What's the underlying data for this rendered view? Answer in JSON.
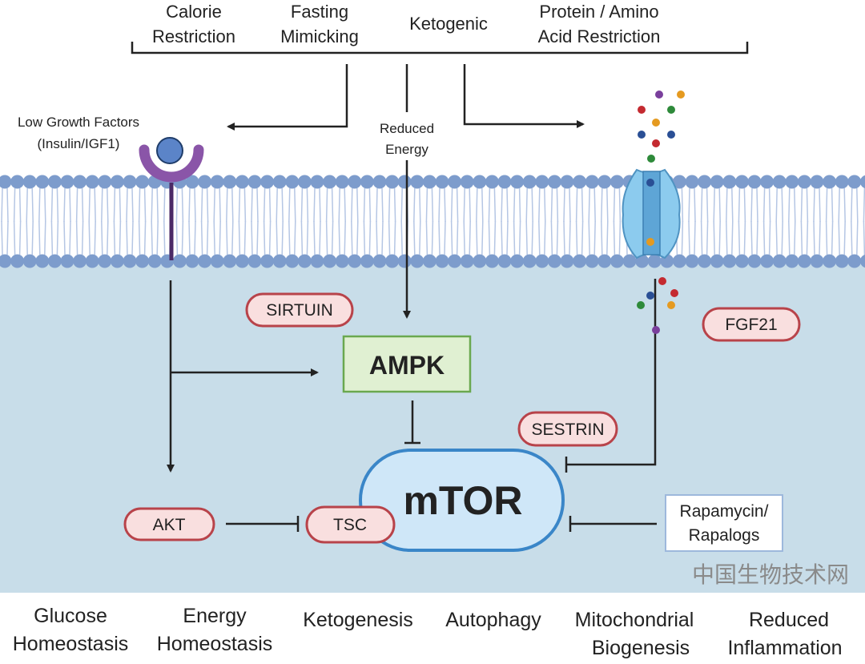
{
  "interventions": {
    "calorie_restriction": [
      "Calorie",
      "Restriction"
    ],
    "fasting_mimicking": [
      "Fasting",
      "Mimicking"
    ],
    "ketogenic": "Ketogenic",
    "protein_restriction": [
      "Protein / Amino",
      "Acid Restriction"
    ]
  },
  "signals": {
    "low_growth_factors": [
      "Low Growth Factors",
      "(Insulin/IGF1)"
    ],
    "reduced_energy": [
      "Reduced",
      "Energy"
    ]
  },
  "nodes": {
    "sirtuin": "SIRTUIN",
    "ampk": "AMPK",
    "fgf21": "FGF21",
    "sestrin": "SESTRIN",
    "mtor": "mTOR",
    "tsc": "TSC",
    "akt": "AKT",
    "rapamycin": [
      "Rapamycin/",
      "Rapalogs"
    ]
  },
  "outcomes": {
    "glucose": [
      "Glucose",
      "Homeostasis"
    ],
    "energy": [
      "Energy",
      "Homeostasis"
    ],
    "ketogenesis": "Ketogenesis",
    "autophagy": "Autophagy",
    "mitochondrial": [
      "Mitochondrial",
      "Biogenesis"
    ],
    "inflammation": [
      "Reduced",
      "Inflammation"
    ]
  },
  "watermark": "中国生物技术网",
  "colors": {
    "cytoplasm": "#c8dde9",
    "membrane_head": "#7d9ccc",
    "pill_fill": "#f9dfdf",
    "pill_stroke": "#b8434a",
    "ampk_fill": "#e0f0d2",
    "ampk_stroke": "#6aa84f",
    "mtor_fill": "#cfe7f8",
    "mtor_stroke": "#3a86c8",
    "receptor": "#8a55a8"
  }
}
